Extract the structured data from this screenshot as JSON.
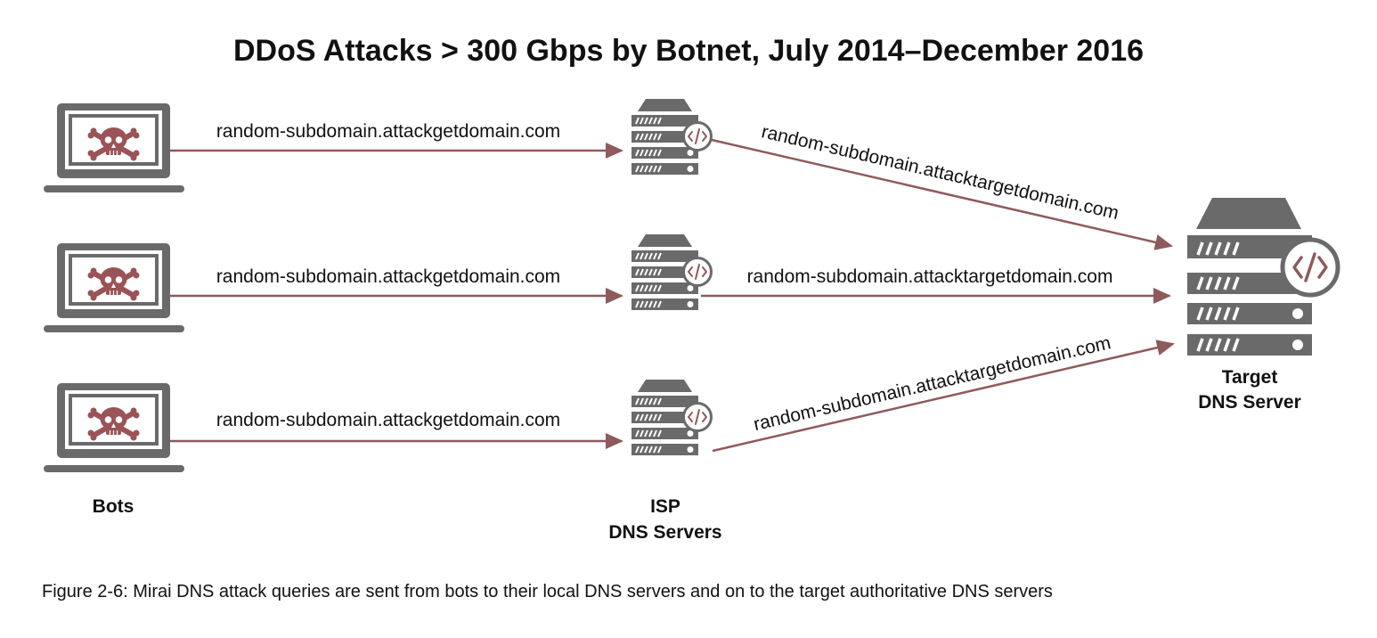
{
  "title": "DDoS Attacks > 300 Gbps by Botnet, July 2014–December 2016",
  "caption": "Figure 2-6: Mirai DNS attack queries are sent from bots to their local DNS servers and on to the target authoritative DNS servers",
  "labels": {
    "bots": "Bots",
    "isp_line1": "ISP",
    "isp_line2": "DNS Servers",
    "target_line1": "Target",
    "target_line2": "DNS Server"
  },
  "flows": {
    "bot_to_isp": [
      "random-subdomain.attackgetdomain.com",
      "random-subdomain.attackgetdomain.com",
      "random-subdomain.attackgetdomain.com"
    ],
    "isp_to_target": [
      "random-subdomain.attacktargetdomain.com",
      "random-subdomain.attacktargetdomain.com",
      "random-subdomain.attacktargetdomain.com"
    ]
  },
  "icons": {
    "bot": "laptop-skull-icon",
    "isp_server": "dns-server-icon",
    "target_server": "dns-server-icon"
  },
  "colors": {
    "arrow": "#8e5a5c",
    "skull": "#9a5356",
    "device": "#6a6a6a",
    "code_badge": "#8e5a5c"
  }
}
